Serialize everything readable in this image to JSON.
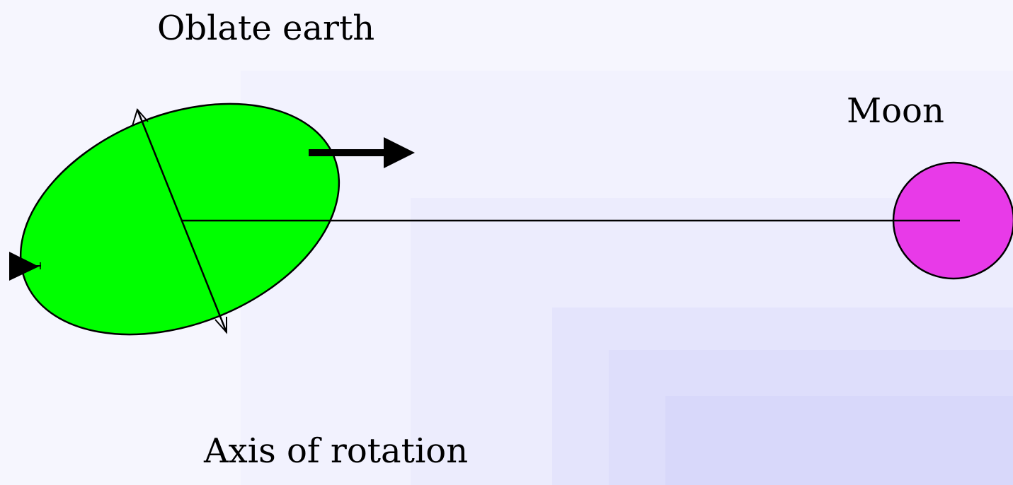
{
  "labels": {
    "earth": "Oblate earth",
    "moon": "Moon",
    "axis": "Axis of rotation"
  },
  "colors": {
    "earth": "#00ff00",
    "moon": "#e83ae8",
    "lines": "#000000",
    "background": "#f6f6fe"
  }
}
